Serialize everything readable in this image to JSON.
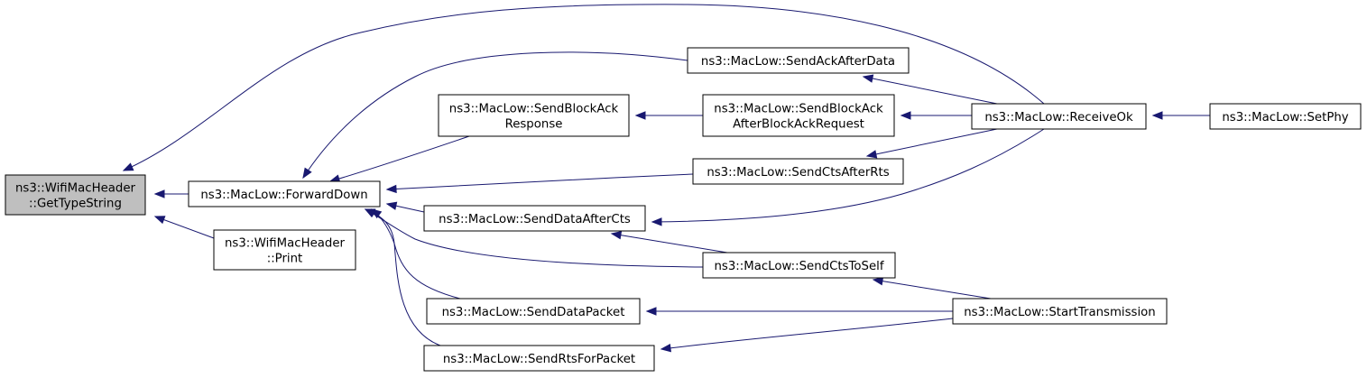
{
  "graph": {
    "edge_color": "#191970",
    "root_fill": "#bfbfbf",
    "nodes": {
      "gettypestring": {
        "lines": [
          "ns3::WifiMacHeader",
          "::GetTypeString"
        ],
        "root": true
      },
      "forwarddown": {
        "lines": [
          "ns3::MacLow::ForwardDown"
        ]
      },
      "print": {
        "lines": [
          "ns3::WifiMacHeader",
          "::Print"
        ]
      },
      "sendblockackresponse": {
        "lines": [
          "ns3::MacLow::SendBlockAck",
          "Response"
        ]
      },
      "senddataaftercts": {
        "lines": [
          "ns3::MacLow::SendDataAfterCts"
        ]
      },
      "senddatapacket": {
        "lines": [
          "ns3::MacLow::SendDataPacket"
        ]
      },
      "sendrtsforpacket": {
        "lines": [
          "ns3::MacLow::SendRtsForPacket"
        ]
      },
      "sendackafterdata": {
        "lines": [
          "ns3::MacLow::SendAckAfterData"
        ]
      },
      "sendblockackafterblockackrequest": {
        "lines": [
          "ns3::MacLow::SendBlockAck",
          "AfterBlockAckRequest"
        ]
      },
      "sendctsafterrts": {
        "lines": [
          "ns3::MacLow::SendCtsAfterRts"
        ]
      },
      "sendctstoself": {
        "lines": [
          "ns3::MacLow::SendCtsToSelf"
        ]
      },
      "receiveok": {
        "lines": [
          "ns3::MacLow::ReceiveOk"
        ]
      },
      "starttransmission": {
        "lines": [
          "ns3::MacLow::StartTransmission"
        ]
      },
      "setphy": {
        "lines": [
          "ns3::MacLow::SetPhy"
        ]
      }
    },
    "edges": [
      {
        "from": "forwarddown",
        "to": "gettypestring"
      },
      {
        "from": "print",
        "to": "gettypestring"
      },
      {
        "from": "receiveok",
        "to": "gettypestring"
      },
      {
        "from": "sendblockackresponse",
        "to": "forwarddown"
      },
      {
        "from": "sendackafterdata",
        "to": "forwarddown"
      },
      {
        "from": "sendctsafterrts",
        "to": "forwarddown"
      },
      {
        "from": "senddataaftercts",
        "to": "forwarddown"
      },
      {
        "from": "sendctstoself",
        "to": "forwarddown"
      },
      {
        "from": "senddatapacket",
        "to": "forwarddown"
      },
      {
        "from": "sendrtsforpacket",
        "to": "forwarddown"
      },
      {
        "from": "sendblockackafterblockackrequest",
        "to": "sendblockackresponse"
      },
      {
        "from": "receiveok",
        "to": "sendackafterdata"
      },
      {
        "from": "receiveok",
        "to": "sendblockackafterblockackrequest"
      },
      {
        "from": "receiveok",
        "to": "sendctsafterrts"
      },
      {
        "from": "receiveok",
        "to": "senddataaftercts"
      },
      {
        "from": "sendctstoself",
        "to": "senddataaftercts"
      },
      {
        "from": "starttransmission",
        "to": "sendctstoself"
      },
      {
        "from": "starttransmission",
        "to": "senddatapacket"
      },
      {
        "from": "starttransmission",
        "to": "sendrtsforpacket"
      },
      {
        "from": "setphy",
        "to": "receiveok"
      }
    ]
  }
}
